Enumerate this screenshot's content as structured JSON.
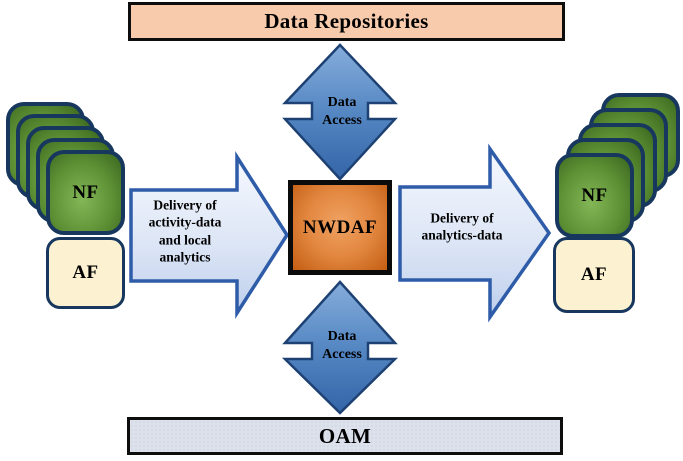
{
  "top_banner": {
    "label": "Data Repositories"
  },
  "bottom_banner": {
    "label": "OAM"
  },
  "center": {
    "label": "NWDAF"
  },
  "arrows": {
    "top": {
      "label": "Data\nAccess"
    },
    "bottom": {
      "label": "Data\nAccess"
    },
    "left": {
      "label": "Delivery of\nactivity-data\nand local\nanalytics"
    },
    "right": {
      "label": "Delivery of\nanalytics-data"
    }
  },
  "left_group": {
    "nf_label": "NF",
    "af_label": "AF",
    "nf_stack_count": 5
  },
  "right_group": {
    "nf_label": "NF",
    "af_label": "AF",
    "nf_stack_count": 5
  },
  "colors": {
    "repositories_fill": "#F8CBAD",
    "oam_fill": "#DCE1EC",
    "nwdaf_fill": "#E28740",
    "nf_fill": "#5E9135",
    "af_fill": "#FCF2D2",
    "dark_border": "#17375E",
    "vertical_arrow_fill": "#5587C3",
    "horizontal_arrow_fill": "#DDE6F6"
  }
}
